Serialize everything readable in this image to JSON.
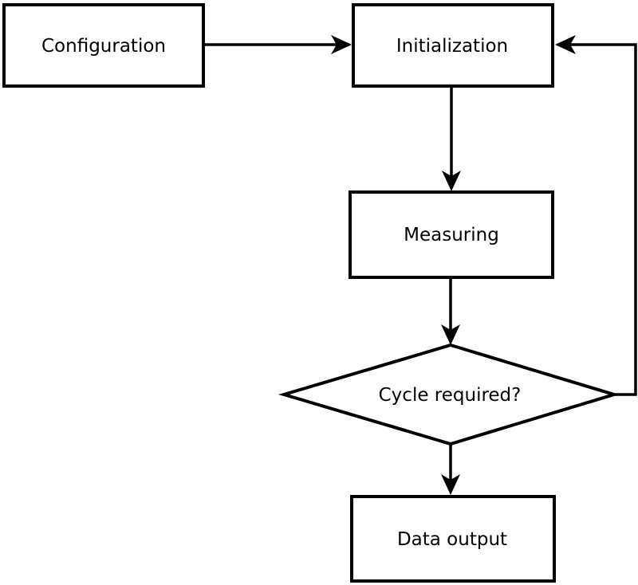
{
  "diagram": {
    "type": "flowchart",
    "background_color": "#ffffff",
    "stroke_color": "#000000",
    "text_color": "#000000",
    "nodes": {
      "configuration": {
        "label": "Configuration",
        "shape": "rectangle"
      },
      "initialization": {
        "label": "Initialization",
        "shape": "rectangle"
      },
      "measuring": {
        "label": "Measuring",
        "shape": "rectangle"
      },
      "cycle_required": {
        "label": "Cycle required?",
        "shape": "diamond"
      },
      "data_output": {
        "label": "Data output",
        "shape": "rectangle"
      }
    },
    "edges": [
      {
        "from": "configuration",
        "to": "initialization",
        "style": "arrow-right"
      },
      {
        "from": "initialization",
        "to": "measuring",
        "style": "arrow-down"
      },
      {
        "from": "measuring",
        "to": "cycle_required",
        "style": "arrow-down"
      },
      {
        "from": "cycle_required",
        "to": "data_output",
        "style": "arrow-down"
      },
      {
        "from": "cycle_required",
        "to": "initialization",
        "style": "feedback-loop-right-then-up"
      }
    ]
  }
}
